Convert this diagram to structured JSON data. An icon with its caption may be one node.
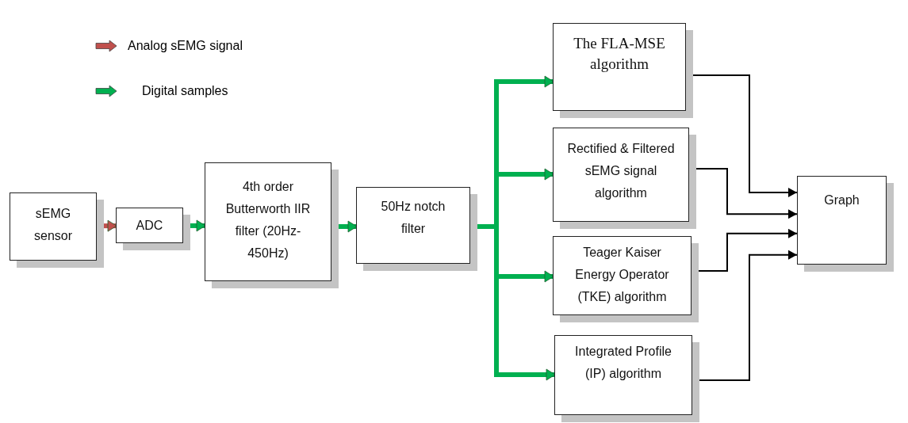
{
  "diagram": {
    "nodes": [
      {
        "text": [
          "sEMG sensor"
        ]
      },
      {
        "text": [
          "ADC"
        ]
      },
      {
        "text": [
          "4th order Butterworth IIR filter (20Hz-450Hz)"
        ]
      },
      {
        "text": [
          "50Hz notch filter"
        ]
      },
      {
        "text": [
          "The FLA-MSE algorithm"
        ]
      },
      {
        "text": [
          "Rectified & Filtered sEMG signal algorithm"
        ]
      },
      {
        "text": [
          "Teager Kaiser Energy Operator (TKE) algorithm"
        ]
      },
      {
        "text": [
          "Integrated Profile (IP) algorithm"
        ]
      },
      {
        "text": [
          "Graph"
        ]
      }
    ],
    "edges": [
      {
        "from": 0,
        "to": 1,
        "arrow": "to",
        "color": "#c0504d"
      },
      {
        "from": 1,
        "to": 2,
        "arrow": "to"
      },
      {
        "from": 2,
        "to": 3,
        "arrow": "to"
      },
      {
        "from": 3,
        "to": 4,
        "arrow": "to"
      },
      {
        "from": 3,
        "to": 5,
        "arrow": "to"
      },
      {
        "from": 3,
        "to": 6,
        "arrow": "to"
      },
      {
        "from": 3,
        "to": 7,
        "arrow": "to"
      },
      {
        "from": 4,
        "to": 8,
        "arrow": "to",
        "color": "#000000"
      },
      {
        "from": 5,
        "to": 8,
        "arrow": "to",
        "color": "#000000"
      },
      {
        "from": 6,
        "to": 8,
        "arrow": "to",
        "color": "#000000"
      },
      {
        "from": 7,
        "to": 8,
        "arrow": "to",
        "color": "#000000"
      }
    ],
    "legend": [
      {
        "text": "Analog sEMG signal",
        "color": "#c0504d"
      },
      {
        "text": "Digital samples",
        "color": "#00b050"
      }
    ]
  }
}
